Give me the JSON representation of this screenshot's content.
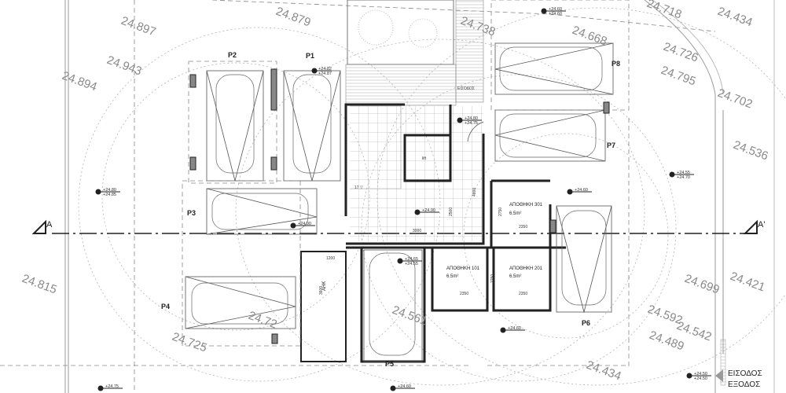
{
  "parking_labels": [
    "P1",
    "P2",
    "P3",
    "P4",
    "P5",
    "P6",
    "P7",
    "P8"
  ],
  "rooms": {
    "storage_101": {
      "name": "ΑΠΟΘΗΚΗ 101",
      "area": "6.5m²"
    },
    "storage_201": {
      "name": "ΑΠΟΘΗΚΗ 201",
      "area": "6.5m²"
    },
    "storage_301": {
      "name": "ΑΠΟΘΗΚΗ 301",
      "area": "6.5m²"
    },
    "lift": "lift",
    "entrance_small": "ΕΙΣΟΔΟΣ",
    "anh": "ΑΗΚ"
  },
  "section_markers": {
    "left": "A",
    "right": "A'"
  },
  "entrance": {
    "in": "ΕΙΣΟΔΟΣ",
    "out": "ΕΞΟΔΟΣ"
  },
  "contours": [
    "24.897",
    "24.879",
    "24.943",
    "24.894",
    "24.738",
    "24.718",
    "24.434",
    "24.668",
    "24.726",
    "24.795",
    "24.702",
    "24.536",
    "24.815",
    "24.72",
    "24.725",
    "24.561",
    "24.699",
    "24.421",
    "24.592",
    "24.542",
    "24.489",
    "24.434"
  ],
  "spot_levels": [
    [
      "+24.82",
      "+24.87"
    ],
    [
      "+24.80",
      "+24.85"
    ],
    [
      "+24.90"
    ],
    [
      "+24.80",
      "+24.75"
    ],
    [
      "+24.90"
    ],
    [
      "+24.65",
      "+24.55"
    ],
    [
      "+24.60"
    ],
    [
      "+24.55",
      "+24.70"
    ],
    [
      "+24.60",
      "+24.60"
    ],
    [
      "+24.60"
    ],
    [
      "+24.50",
      "+24.50"
    ],
    [
      "+24.75"
    ],
    [
      "+24.60"
    ]
  ],
  "dimensions": [
    "3000",
    "2500",
    "4600",
    "2750",
    "2350",
    "2750",
    "2350",
    "2350",
    "1200",
    "3600"
  ],
  "stair_label": "17 ▽"
}
